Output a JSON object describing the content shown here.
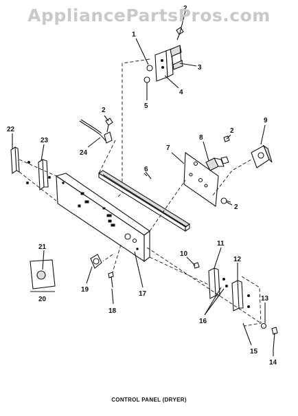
{
  "watermark": "AppliancePartsPros.com",
  "caption": "CONTROL PANEL (DRYER)",
  "callouts": [
    "1",
    "2",
    "3",
    "4",
    "5",
    "6",
    "7",
    "8",
    "9",
    "10",
    "11",
    "12",
    "13",
    "14",
    "15",
    "16",
    "17",
    "18",
    "19",
    "20",
    "21",
    "22",
    "23",
    "24"
  ]
}
